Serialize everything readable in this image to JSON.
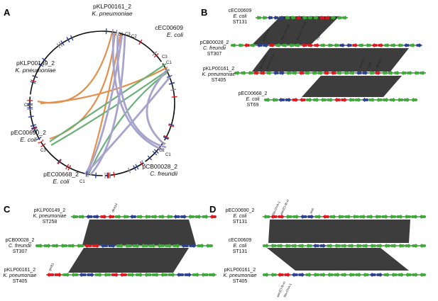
{
  "panels": {
    "a": "A",
    "b": "B",
    "c": "C",
    "d": "D"
  },
  "colors": {
    "green": "#3aaa35",
    "blue": "#2b3f93",
    "red": "#e0161b",
    "orange": "#e0853a",
    "lavender": "#9e9ac8",
    "teal": "#5aa96b",
    "band": "#3d3d3d"
  },
  "panel_a": {
    "plasmids": [
      {
        "id": "pKLP00161_2",
        "species": "K. pneumoniae"
      },
      {
        "id": "cEC00609",
        "species": "E. coli"
      },
      {
        "id": "pKLP00149_2",
        "species": "K. pneumoniae"
      },
      {
        "id": "pEC00690_2",
        "species": "E. coli"
      },
      {
        "id": "pEC00668_2",
        "species": "E. coli"
      },
      {
        "id": "pCB00028_2",
        "species": "C. freundii"
      }
    ],
    "cluster_labels": [
      "C1",
      "C3",
      "C2",
      "C3",
      "C1",
      "C2",
      "C3",
      "C1",
      "C1",
      "C2"
    ]
  },
  "panel_b": {
    "tracks": [
      {
        "id": "cEC00609",
        "species": "E. coli",
        "st": "ST131"
      },
      {
        "id": "pCB00028_2",
        "species": "C. freundii",
        "st": "ST307"
      },
      {
        "id": "pKLP00161_2",
        "species": "K. pneumoniae",
        "st": "ST405"
      },
      {
        "id": "pEC00668_2",
        "species": "E. coli",
        "st": "ST69"
      }
    ],
    "genes": [
      "aac(3)-IIa",
      "bla-CTX-M-15",
      "tnpA",
      "bla-TEM-1B",
      "bla-OXA-1",
      "aac(6')-Ib-cr",
      "aadA2",
      "sul1",
      "dfrA12"
    ]
  },
  "panel_c": {
    "tracks": [
      {
        "id": "pKLP00149_2",
        "species": "K. pneumoniae",
        "st": "ST258"
      },
      {
        "id": "pCB00028_2",
        "species": "C. freundii",
        "st": "ST307"
      },
      {
        "id": "pKLP00161_2",
        "species": "K. pneumoniae",
        "st": "ST405"
      }
    ],
    "genes": [
      "dfrA14",
      "qnrB1"
    ]
  },
  "panel_d": {
    "tracks": [
      {
        "id": "pEC00690_2",
        "species": "E. coli",
        "st": "ST131"
      },
      {
        "id": "cEC00609",
        "species": "E. coli",
        "st": "ST131"
      },
      {
        "id": "pKLP00161_2",
        "species": "K. pneumoniae",
        "st": "ST405"
      }
    ],
    "genes_top": [
      "bla-OXA-1",
      "aac(6')-Ib-cr",
      "tetA"
    ],
    "genes_bottom": [
      "aac(6')-Ib-cr",
      "bla-OXA-1"
    ]
  }
}
